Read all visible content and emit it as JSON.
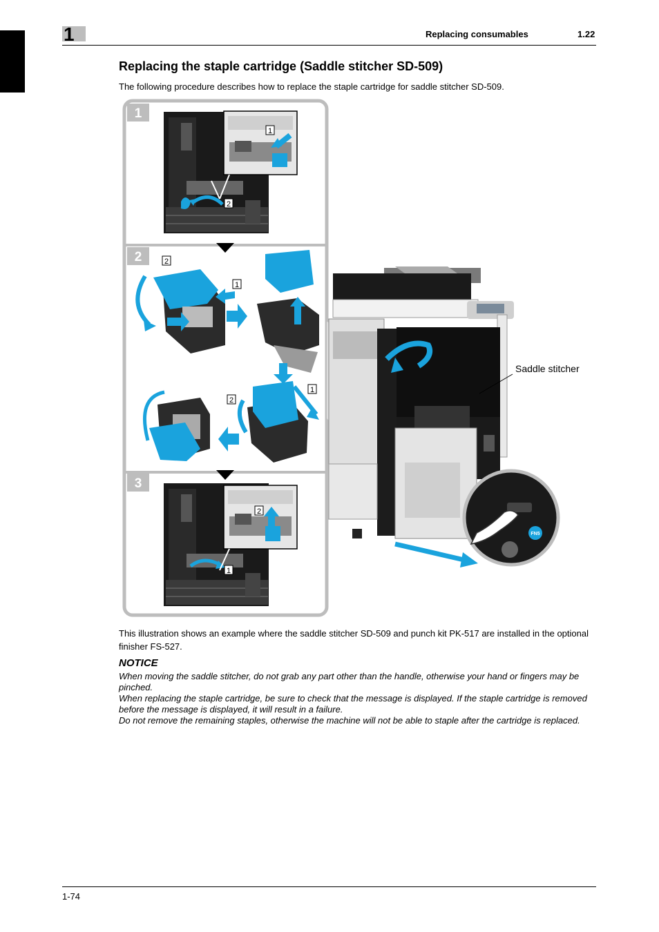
{
  "chapter": {
    "number": "1"
  },
  "header": {
    "title": "Replacing consumables",
    "section": "1.22"
  },
  "page_title": "Replacing the staple cartridge (Saddle stitcher SD-509)",
  "intro": "The following procedure describes how to replace the staple cartridge for saddle stitcher SD-509.",
  "figure": {
    "steps": [
      "1",
      "2",
      "3"
    ],
    "callouts": {
      "one": "1",
      "two": "2"
    },
    "label": "Saddle stitcher",
    "badge": "FN5"
  },
  "caption": "This illustration shows an example where the saddle stitcher SD-509 and punch kit PK-517 are installed in the optional finisher FS-527.",
  "notice": {
    "title": "NOTICE",
    "lines": [
      "When moving the saddle stitcher, do not grab any part other than the handle, otherwise your hand or fingers may be pinched.",
      "When replacing the staple cartridge, be sure to check that the message is displayed. If the staple cartridge is removed before the message is displayed, it will result in a failure.",
      "Do not remove the remaining staples, otherwise the machine will not be able to staple after the cartridge is replaced."
    ]
  },
  "footer": {
    "page": "1-74"
  },
  "colors": {
    "accent": "#1aa3dd",
    "tab": "#000000",
    "panel": "#bdbdbd"
  }
}
